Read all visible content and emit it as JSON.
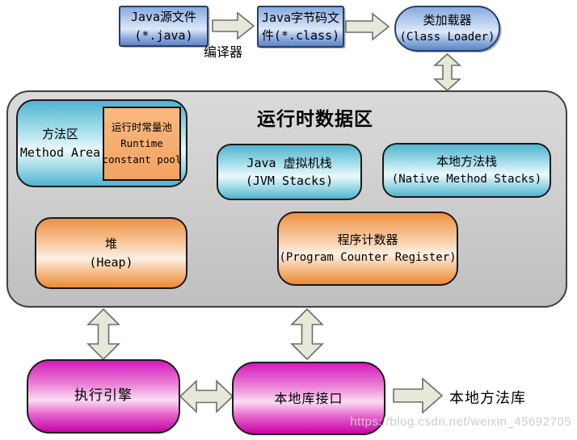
{
  "top_flow": {
    "source_box": {
      "line1": "Java源文件",
      "line2": "(*.java)"
    },
    "compiler_label": "编译器",
    "bytecode_box": {
      "line1": "Java字节码文",
      "line2": "件(*.class)"
    },
    "class_loader_box": {
      "line1": "类加载器",
      "line2": "(Class Loader)"
    }
  },
  "runtime_area": {
    "title": "运行时数据区",
    "method_area": {
      "line1": "方法区",
      "line2": "Method Area"
    },
    "constant_pool": {
      "line1": "运行时常量池",
      "line2": "Runtime",
      "line3": "constant pool"
    },
    "jvm_stacks": {
      "line1": "Java 虚拟机栈",
      "line2": "(JVM Stacks)"
    },
    "native_method_stacks": {
      "line1": "本地方法栈",
      "line2": "(Native Method Stacks)"
    },
    "heap": {
      "line1": "堆",
      "line2": "(Heap)"
    },
    "pc_register": {
      "line1": "程序计数器",
      "line2": "(Program Counter Register)"
    }
  },
  "bottom_flow": {
    "execution_engine": "执行引擎",
    "native_interface": "本地库接口",
    "native_libraries": "本地方法库"
  },
  "watermark": "https://blog.csdn.net/weixin_45692705",
  "colors": {
    "box_blue": "#5d86c9",
    "box_cyan": "#4fb4cf",
    "box_orange": "#ec8a33",
    "box_magenta": "#ca01a5",
    "constant_pool_orange": "#f5ab73",
    "runtime_area_gray": "#cecece",
    "arrow_fill": "#e6e9d7",
    "arrow_stroke": "#6d6d6d"
  }
}
